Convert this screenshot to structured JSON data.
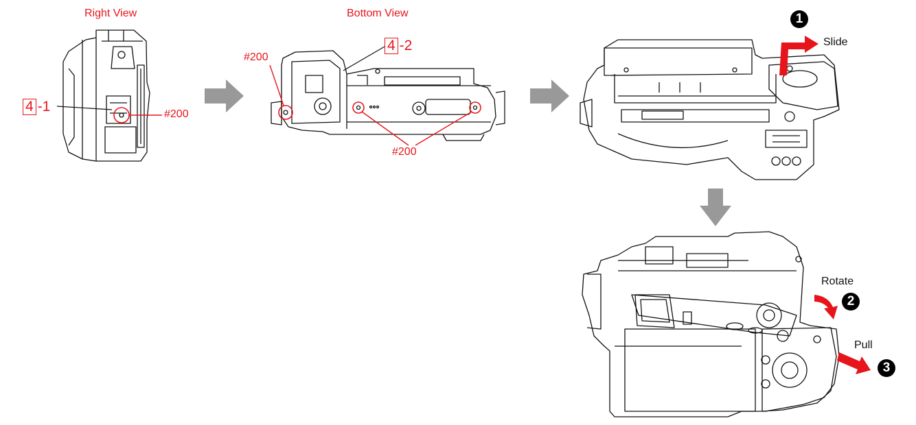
{
  "colors": {
    "accent": "#e8141b",
    "arrow": "#999999",
    "line": "#111111"
  },
  "views": {
    "right_view_title": "Right View",
    "bottom_view_title": "Bottom View"
  },
  "labels": {
    "part_box": "4",
    "part_4_1_suffix": "-1",
    "part_4_2_suffix": "-2",
    "screw_right": "#200",
    "screw_bottom_left": "#200",
    "screw_bottom": "#200"
  },
  "steps": [
    {
      "number": "1",
      "action": "Slide"
    },
    {
      "number": "2",
      "action": "Rotate"
    },
    {
      "number": "3",
      "action": "Pull"
    }
  ]
}
